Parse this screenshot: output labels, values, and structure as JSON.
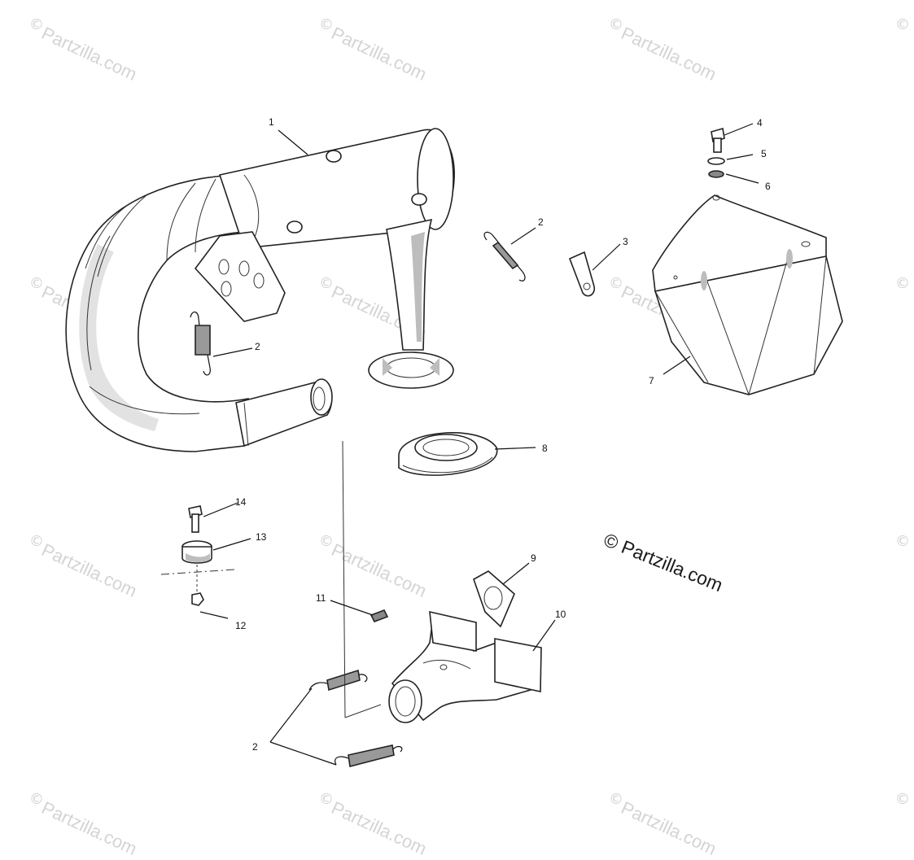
{
  "watermark": {
    "text": "Partzilla.com",
    "symbol": "©",
    "main_text": "© Partzilla.com"
  },
  "callouts": [
    {
      "id": "c1",
      "label": "1"
    },
    {
      "id": "c2a",
      "label": "2"
    },
    {
      "id": "c2b",
      "label": "2"
    },
    {
      "id": "c2c",
      "label": "2"
    },
    {
      "id": "c3",
      "label": "3"
    },
    {
      "id": "c4",
      "label": "4"
    },
    {
      "id": "c5",
      "label": "5"
    },
    {
      "id": "c6",
      "label": "6"
    },
    {
      "id": "c7",
      "label": "7"
    },
    {
      "id": "c8",
      "label": "8"
    },
    {
      "id": "c9",
      "label": "9"
    },
    {
      "id": "c10",
      "label": "10"
    },
    {
      "id": "c11",
      "label": "11"
    },
    {
      "id": "c12",
      "label": "12"
    },
    {
      "id": "c13",
      "label": "13"
    },
    {
      "id": "c14",
      "label": "14"
    }
  ],
  "colors": {
    "line": "#111111",
    "watermark": "#d4d4d4",
    "background": "#ffffff"
  }
}
